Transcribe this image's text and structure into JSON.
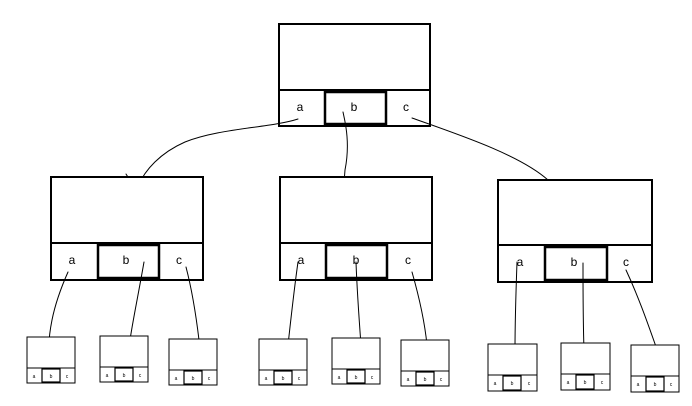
{
  "diagram": {
    "root": {
      "cells": [
        "a",
        "b",
        "c"
      ]
    },
    "children": [
      {
        "cells": [
          "a",
          "b",
          "c"
        ],
        "leaves": [
          [
            "a",
            "b",
            "c"
          ],
          [
            "a",
            "b",
            "c"
          ],
          [
            "a",
            "b",
            "c"
          ]
        ]
      },
      {
        "cells": [
          "a",
          "b",
          "c"
        ],
        "leaves": [
          [
            "a",
            "b",
            "c"
          ],
          [
            "a",
            "b",
            "c"
          ],
          [
            "a",
            "b",
            "c"
          ]
        ]
      },
      {
        "cells": [
          "a",
          "b",
          "c"
        ],
        "leaves": [
          [
            "a",
            "b",
            "c"
          ],
          [
            "a",
            "b",
            "c"
          ],
          [
            "a",
            "b",
            "c"
          ]
        ]
      }
    ]
  }
}
